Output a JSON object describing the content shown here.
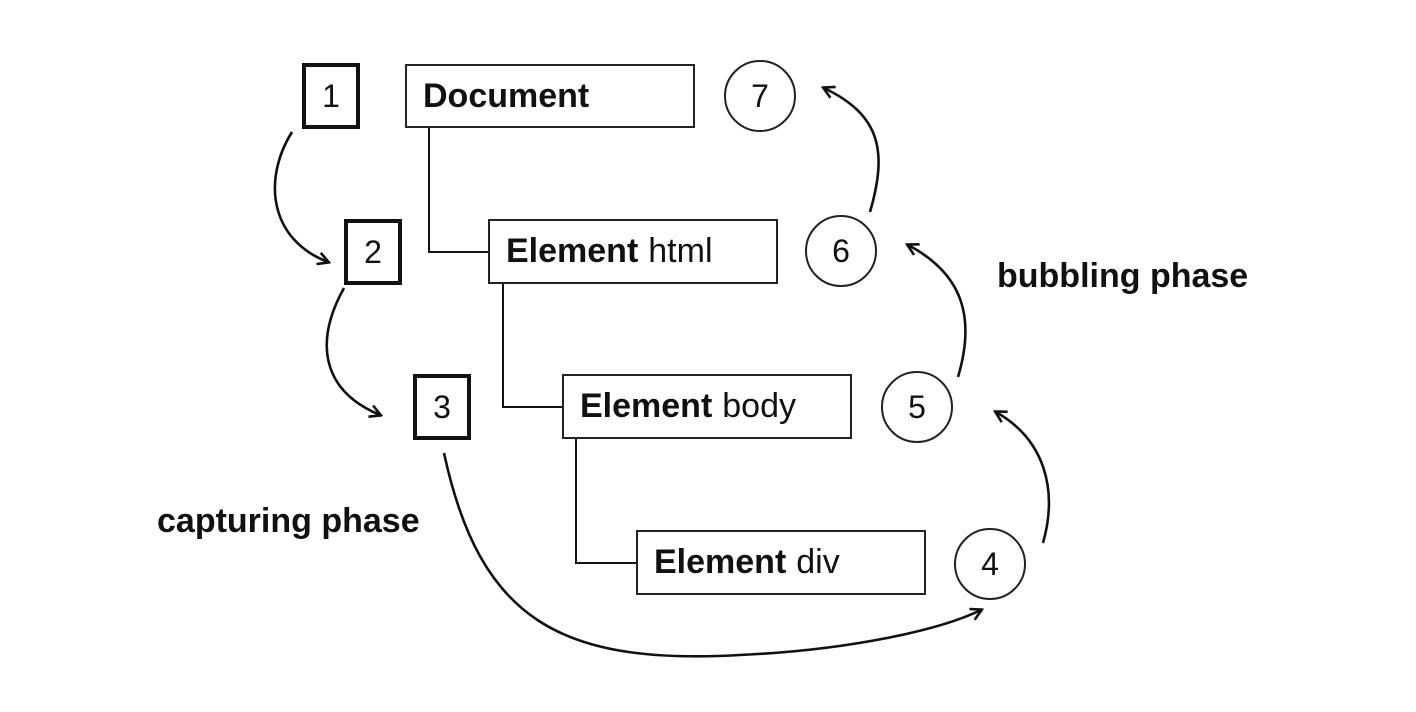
{
  "nodes": {
    "document": {
      "keyword": "Document",
      "tag": ""
    },
    "html": {
      "keyword": "Element",
      "tag": "html"
    },
    "body": {
      "keyword": "Element",
      "tag": "body"
    },
    "div": {
      "keyword": "Element",
      "tag": "div"
    }
  },
  "capture_steps": [
    "1",
    "2",
    "3"
  ],
  "bubble_steps": [
    "4",
    "5",
    "6",
    "7"
  ],
  "labels": {
    "capturing": "capturing phase",
    "bubbling": "bubbling phase"
  }
}
